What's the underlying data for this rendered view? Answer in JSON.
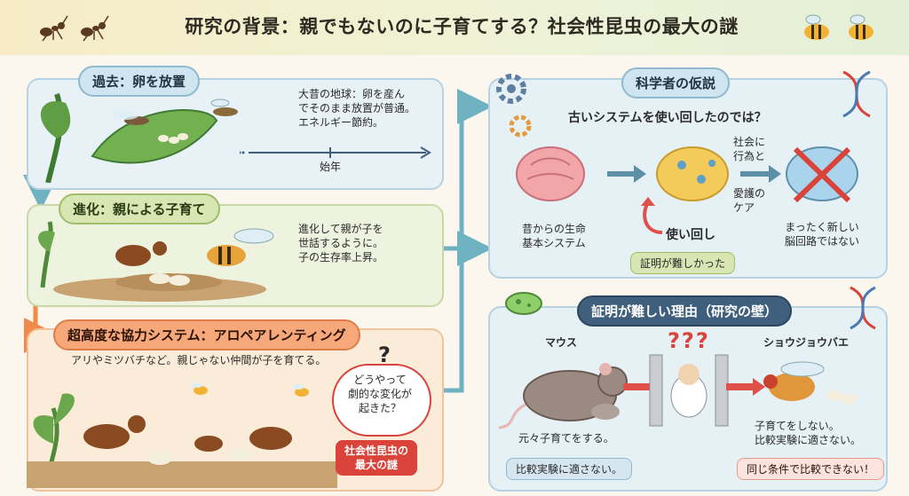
{
  "title": "研究の背景：親でもないのに子育てする？社会性昆虫の最大の謎",
  "past": {
    "heading": "過去：卵を放置",
    "desc": [
      "大昔の地球：卵を産ん",
      "でそのまま放置が普通。",
      "エネルギー節約。"
    ],
    "timeline_label": "始年"
  },
  "evolution": {
    "heading": "進化：親による子育て",
    "desc": [
      "進化して親が子を",
      "世話するように。",
      "子の生存率上昇。"
    ]
  },
  "allo": {
    "heading": "超高度な協力システム：アロペアレンティング",
    "desc": "アリやミツバチなど。親じゃない仲間が子を育てる。",
    "question_mark": "?",
    "question": [
      "どうやって",
      "劇的な変化が",
      "起きた？"
    ],
    "mystery": [
      "社会性昆虫の",
      "最大の謎"
    ]
  },
  "hypothesis": {
    "heading": "科学者の仮説",
    "question": "古いシステムを使い回したのでは？",
    "old_system": [
      "昔からの生命",
      "基本システム"
    ],
    "reuse": "使い回し",
    "social": [
      "社会に",
      "行為と"
    ],
    "care": [
      "愛護の",
      "ケア"
    ],
    "not_new": [
      "まったく新しい",
      "脳回路ではない"
    ],
    "difficult": "証明が難しかった"
  },
  "wall": {
    "heading": "証明が難しい理由（研究の壁）",
    "question_marks": "???",
    "mouse": {
      "label": "マウス",
      "desc": "元々子育てをする。",
      "note": "比較実験に適さない。"
    },
    "fly": {
      "label": "ショウジョウバエ",
      "desc": [
        "子育てをしない。",
        "比較実験に適さない。"
      ],
      "note": "同じ条件で比較できない！"
    }
  },
  "colors": {
    "accent_red": "#d9433a",
    "arrow_teal": "#6fb3c2",
    "arrow_orange": "#f08a4b"
  }
}
